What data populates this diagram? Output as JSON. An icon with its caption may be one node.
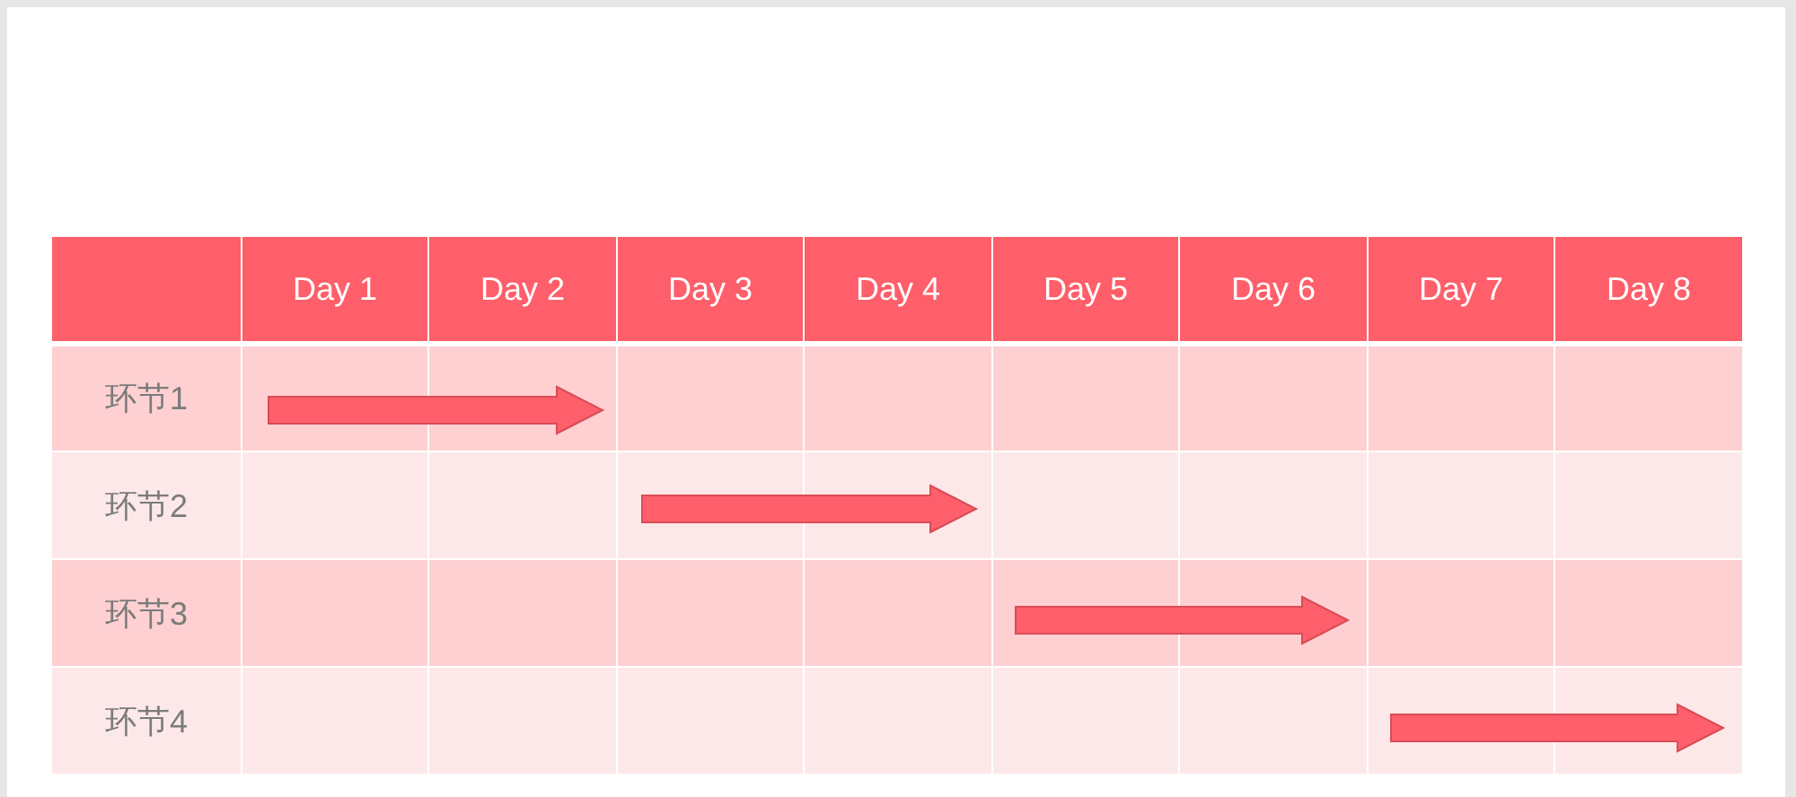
{
  "diagram": {
    "labels": [
      "Day 1",
      "Day 2",
      "Day 3",
      "Day 4",
      "Day 5",
      "Day 6",
      "Day 7",
      "Day 8",
      "环节1",
      "环节2",
      "环节3",
      "环节4"
    ]
  }
}
